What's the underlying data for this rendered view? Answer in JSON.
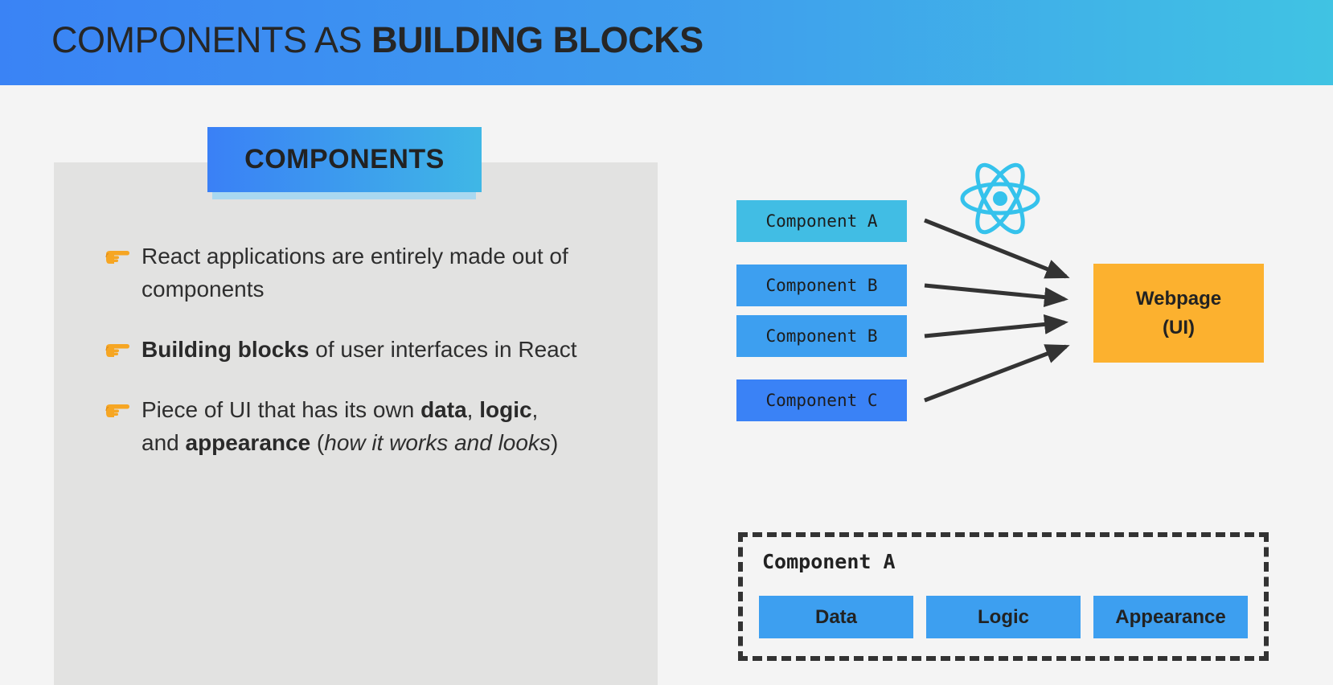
{
  "header": {
    "title_plain": "COMPONENTS AS",
    "title_bold": "BUILDING BLOCKS"
  },
  "badge": {
    "label": "COMPONENTS"
  },
  "bullets": {
    "b1": {
      "text": "React applications are entirely made out of components"
    },
    "b2": {
      "bold": "Building blocks",
      "rest": "of user interfaces in React"
    },
    "b3": {
      "pre": "Piece of UI that has its own",
      "data": "data",
      "sep1": ",",
      "logic": "logic",
      "sep2": ",",
      "and": "and",
      "appearance": "appearance",
      "paren_open": "(",
      "italic": "how it works and looks",
      "paren_close": ")"
    },
    "icon": "pointing-hand-icon"
  },
  "diagram": {
    "components": {
      "a": "Component A",
      "b1": "Component B",
      "b2": "Component B",
      "c": "Component C"
    },
    "webpage": {
      "line1": "Webpage",
      "line2": "(UI)"
    },
    "logo_icon": "react-logo-icon",
    "colors": {
      "component_a": "#41bde4",
      "component_b": "#3d9ff0",
      "component_c": "#3a82f6",
      "webpage": "#fcb12f",
      "react_logo": "#35c2ec",
      "arrow": "#333333"
    }
  },
  "breakdown": {
    "title": "Component A",
    "parts": {
      "data": "Data",
      "logic": "Logic",
      "appearance": "Appearance"
    }
  }
}
